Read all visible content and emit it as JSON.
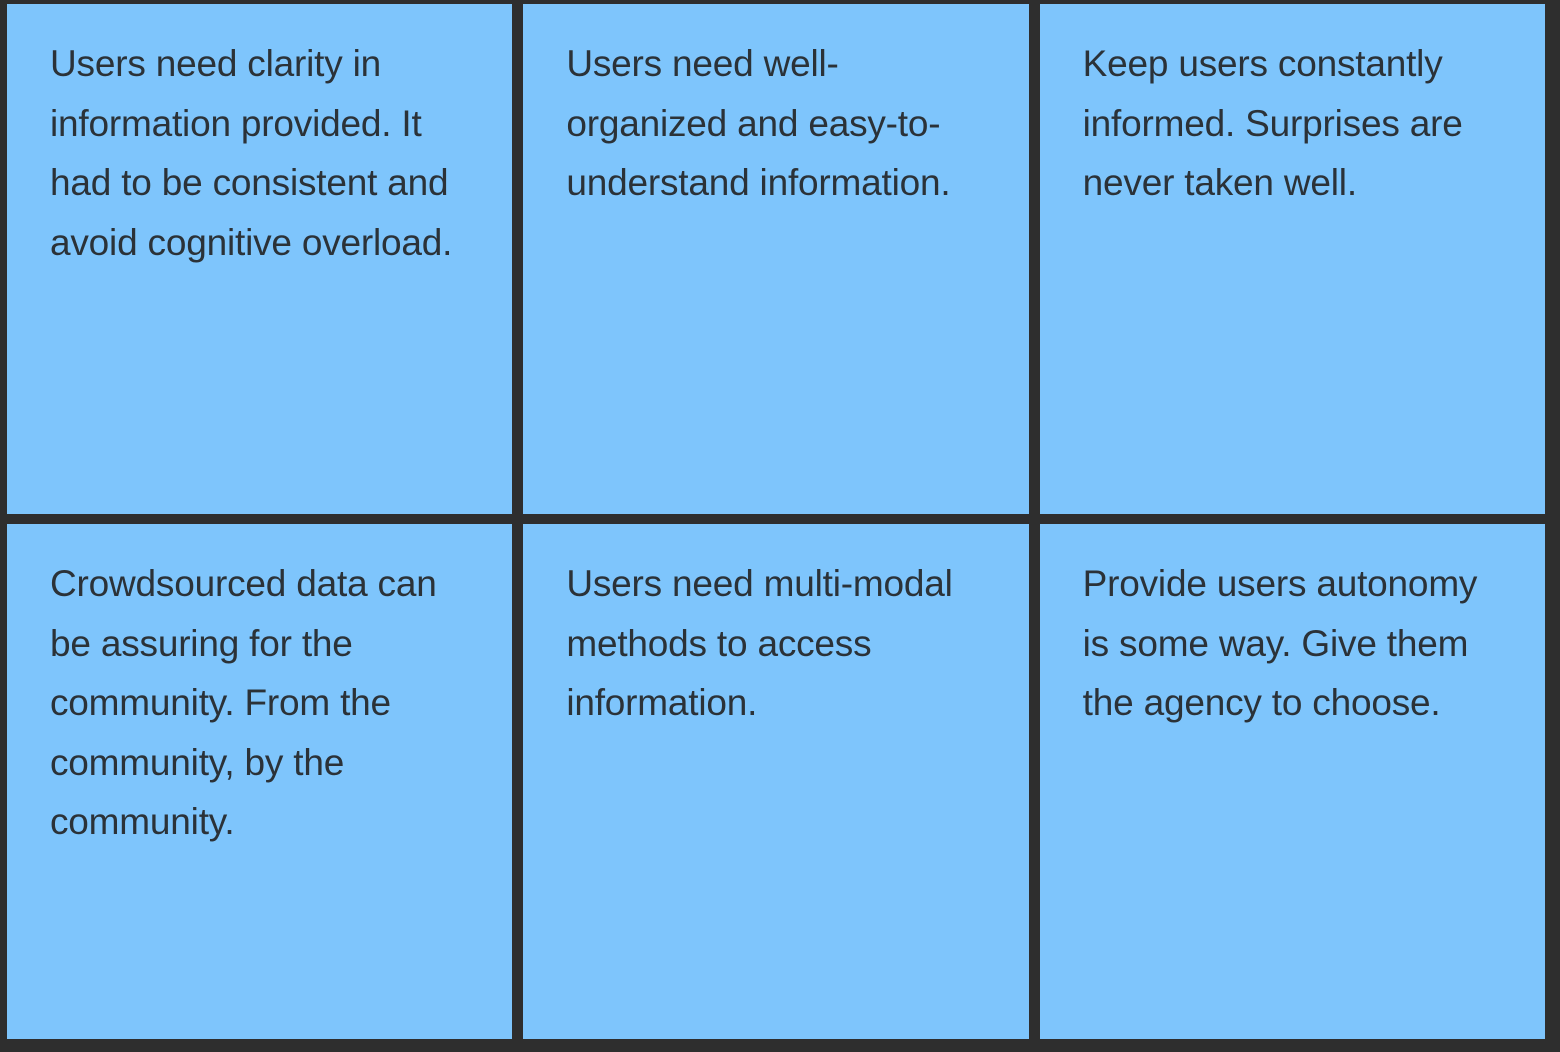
{
  "board": {
    "background_color": "#2e2e2e",
    "card_color": "#7ec5fc",
    "text_color": "#2b3238",
    "columns": 3,
    "rows": 2
  },
  "cards": [
    {
      "id": "card-clarity",
      "row": 1,
      "column": 1,
      "text": "Users need clarity in information provided. It had to be consistent and avoid cognitive overload."
    },
    {
      "id": "card-well-organized",
      "row": 1,
      "column": 2,
      "text": "Users need well-organized and easy-to-understand information."
    },
    {
      "id": "card-keep-informed",
      "row": 1,
      "column": 3,
      "text": "Keep users constantly informed. Surprises are never taken well."
    },
    {
      "id": "card-crowdsourced",
      "row": 2,
      "column": 1,
      "text": "Crowdsourced data can be assuring for the community. From the community, by the community."
    },
    {
      "id": "card-multimodal",
      "row": 2,
      "column": 2,
      "text": "Users need multi-modal methods to access information."
    },
    {
      "id": "card-autonomy",
      "row": 2,
      "column": 3,
      "text": "Provide users autonomy is some way. Give them the agency to choose."
    }
  ]
}
